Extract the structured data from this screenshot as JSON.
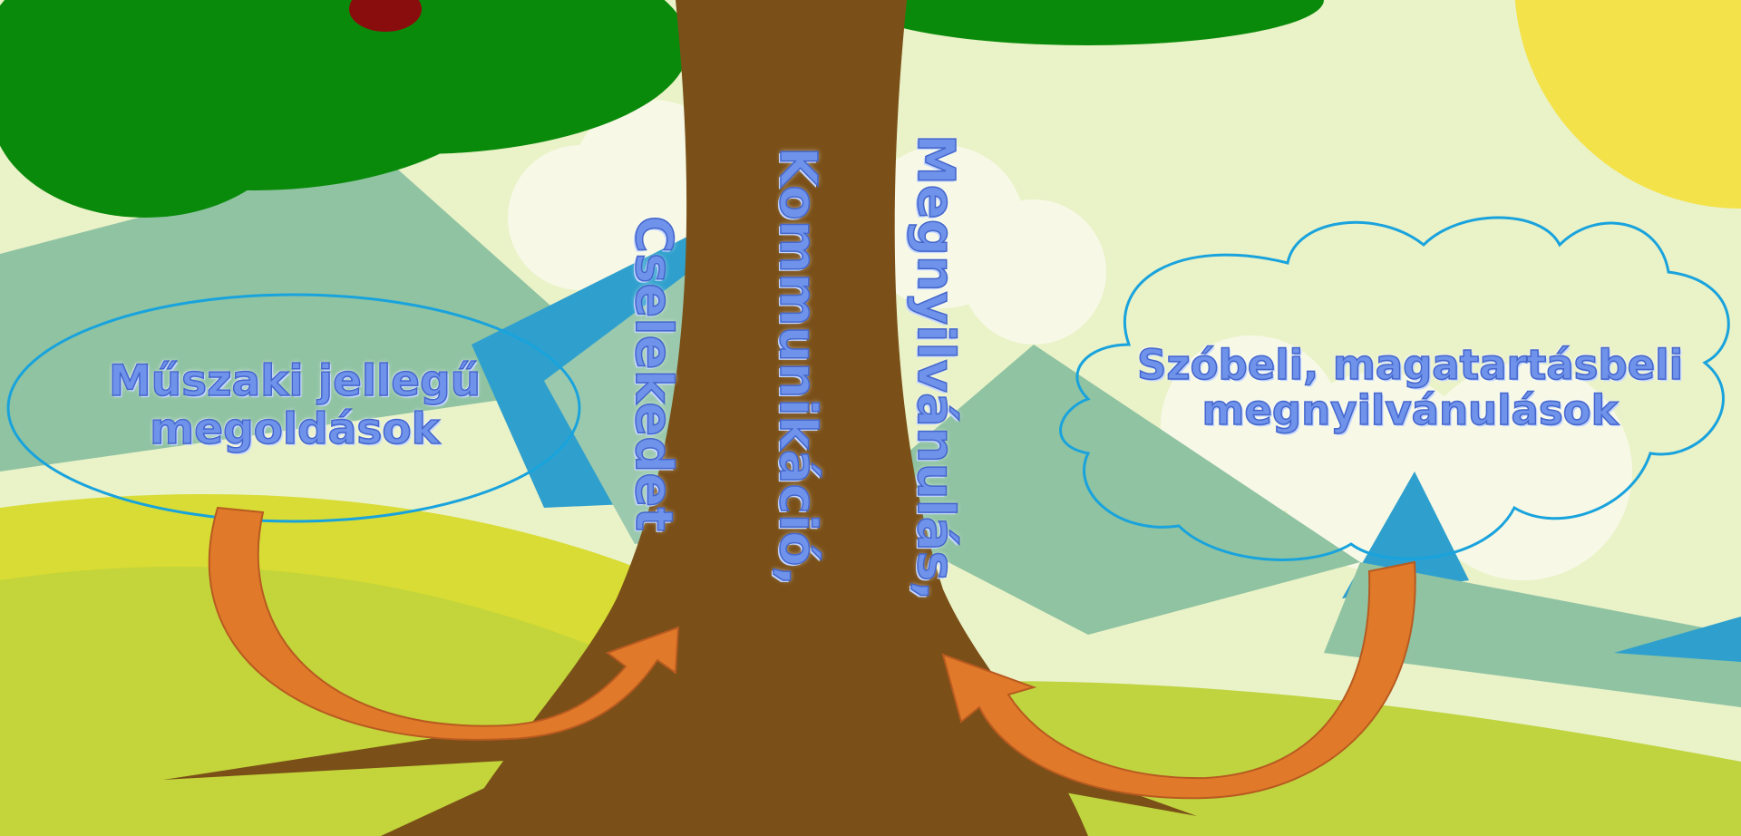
{
  "left_bubble": {
    "line1": "Műszaki jellegű",
    "line2": "megoldások"
  },
  "right_bubble": {
    "line1": "Szóbeli, magatartásbeli",
    "line2": "megnyilvánulások"
  },
  "trunk_labels": {
    "first": "Cselekedet",
    "second": "Kommunikáció,",
    "third": "Megnyilvánulás,"
  },
  "colors": {
    "trunk": "#7a5018",
    "leaves": "#0a8a0a",
    "outline": "#19a3dd",
    "arrow": "#e07a2a",
    "text": "#6f93ea"
  }
}
